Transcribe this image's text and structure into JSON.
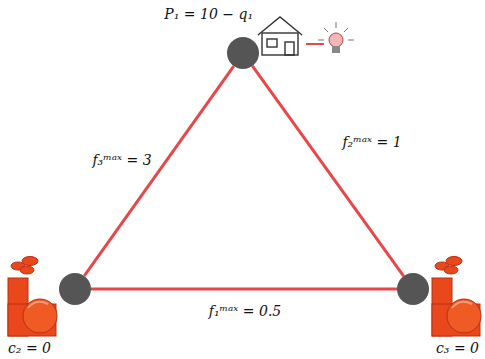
{
  "diagram": {
    "nodes": [
      {
        "text": [
          "P₁ = 10 − q₁"
        ]
      },
      {
        "text": [
          "c₂ = 0"
        ]
      },
      {
        "text": [
          "c₃ = 0"
        ]
      }
    ],
    "edges": [
      {
        "from": 0,
        "to": 1,
        "arrow": "none",
        "label": "f₃ᵐᵃˣ = 3"
      },
      {
        "from": 0,
        "to": 2,
        "arrow": "none",
        "label": "f₂ᵐᵃˣ = 1"
      },
      {
        "from": 1,
        "to": 2,
        "arrow": "none",
        "label": "f₁ᵐᵃˣ = 0.5"
      }
    ]
  }
}
